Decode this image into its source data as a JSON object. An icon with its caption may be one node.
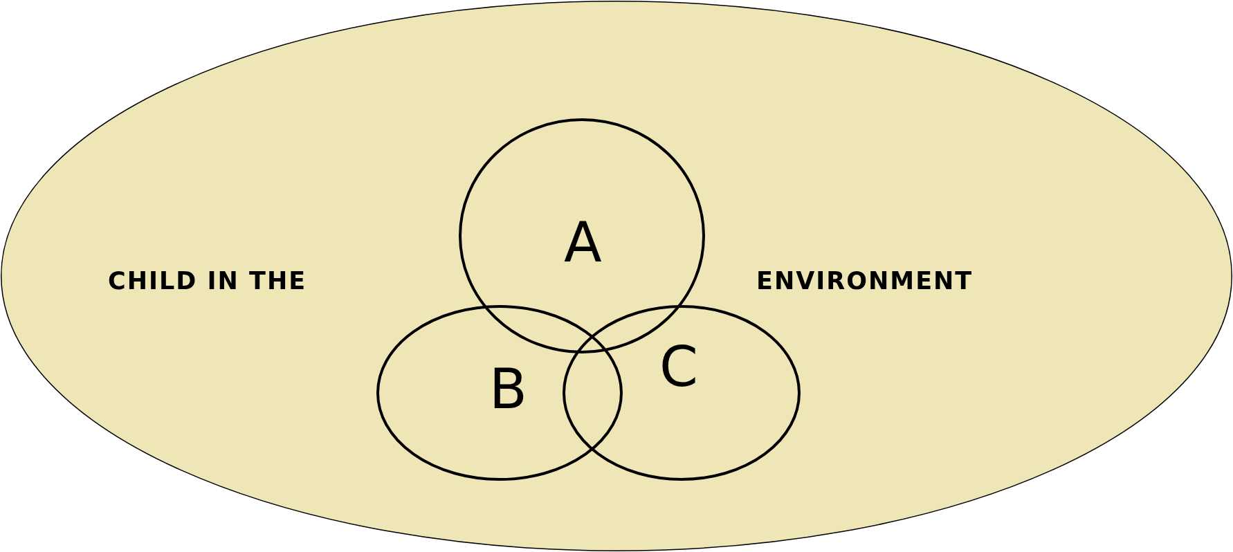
{
  "diagram": {
    "nodes": [
      {
        "text": [
          "CHILD IN THE",
          "ENVIRONMENT"
        ]
      },
      {
        "text": [
          "A"
        ],
        "in": 0
      },
      {
        "text": [
          "B"
        ],
        "in": 0
      },
      {
        "text": [
          "C"
        ],
        "in": 0
      }
    ],
    "edges": []
  }
}
